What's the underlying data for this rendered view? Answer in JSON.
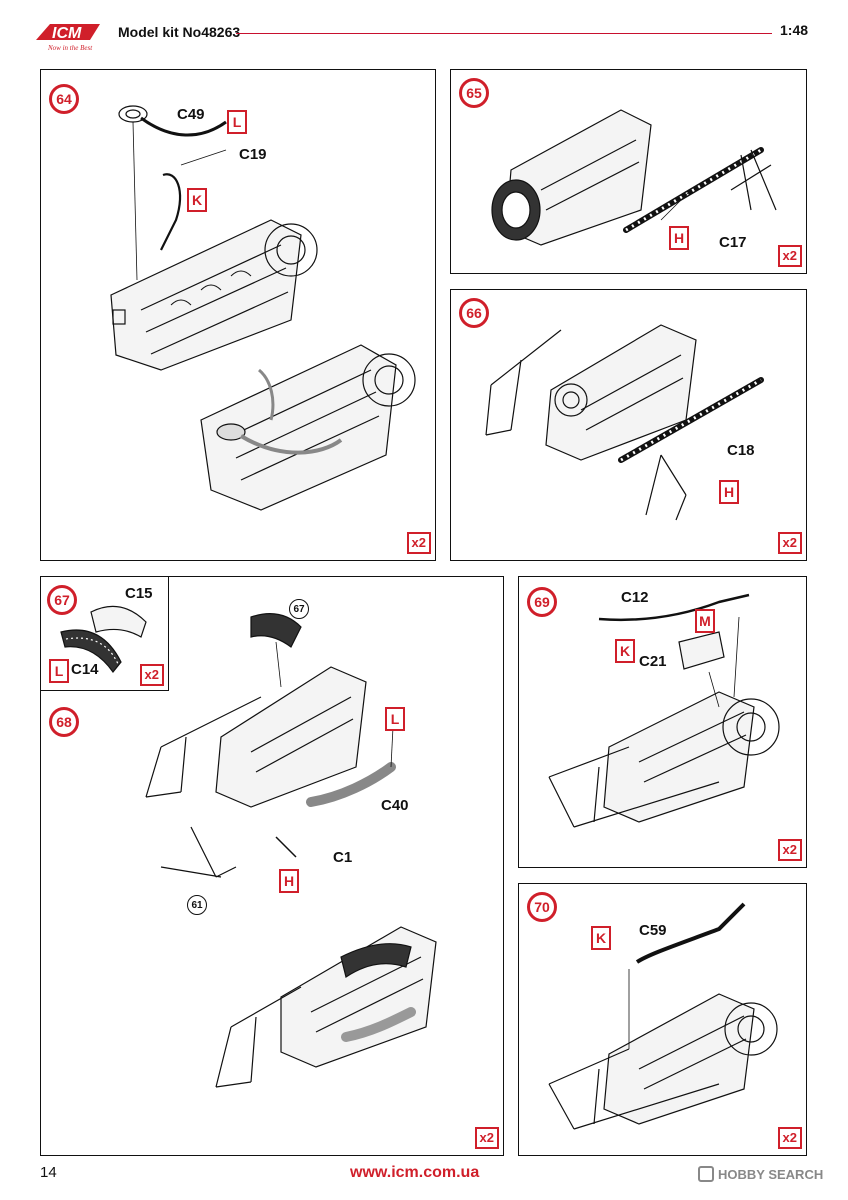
{
  "header": {
    "brand": "ICM",
    "tagline": "Now in the Best",
    "model_kit": "Model kit No48263",
    "scale": "1:48"
  },
  "footer": {
    "page_number": "14",
    "website": "www.icm.com.ua",
    "watermark": "HOBBY SEARCH"
  },
  "colors": {
    "accent": "#d01f2a",
    "line": "#111111"
  },
  "steps": {
    "s64": {
      "number": "64",
      "multiplier": "x2",
      "parts": {
        "c49": "C49",
        "c19": "C19"
      },
      "colors": {
        "l": "L",
        "k": "K"
      }
    },
    "s65": {
      "number": "65",
      "multiplier": "x2",
      "parts": {
        "c17": "C17"
      },
      "colors": {
        "h": "H"
      }
    },
    "s66": {
      "number": "66",
      "multiplier": "x2",
      "parts": {
        "c18": "C18"
      },
      "colors": {
        "h": "H"
      }
    },
    "s67": {
      "number": "67",
      "multiplier": "x2",
      "parts": {
        "c15": "C15",
        "c14": "C14"
      },
      "colors": {
        "l": "L"
      }
    },
    "s68": {
      "number": "68",
      "multiplier": "x2",
      "parts": {
        "c40": "C40",
        "c1": "C1"
      },
      "colors": {
        "l": "L",
        "h": "H"
      },
      "refs": {
        "r67": "67",
        "r61": "61"
      }
    },
    "s69": {
      "number": "69",
      "multiplier": "x2",
      "parts": {
        "c12": "C12",
        "c21": "C21"
      },
      "colors": {
        "m": "M",
        "k": "K"
      }
    },
    "s70": {
      "number": "70",
      "multiplier": "x2",
      "parts": {
        "c59": "C59"
      },
      "colors": {
        "k": "K"
      }
    }
  }
}
